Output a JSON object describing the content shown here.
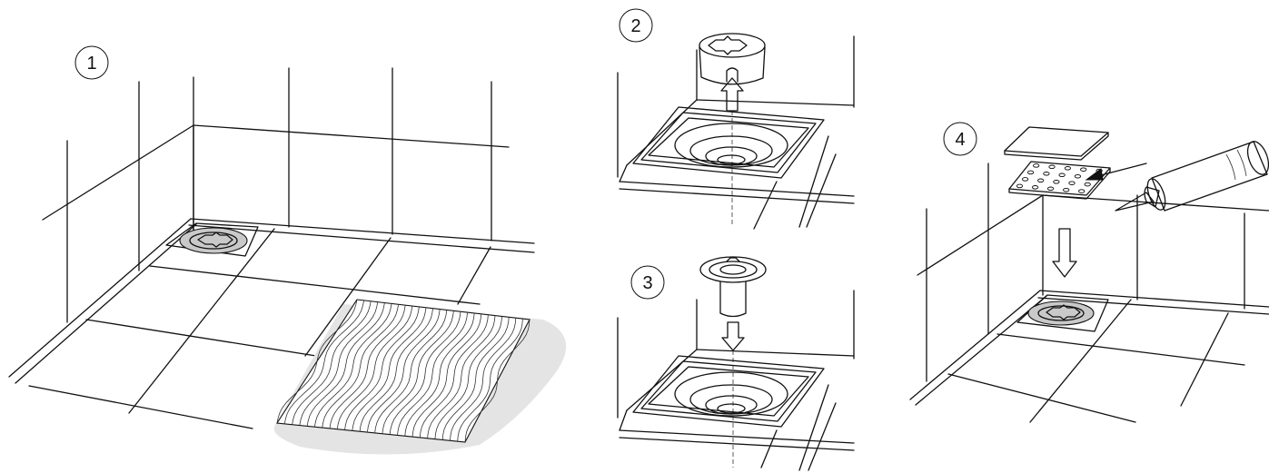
{
  "steps": [
    {
      "label": "1"
    },
    {
      "label": "2"
    },
    {
      "label": "3"
    },
    {
      "label": "4"
    }
  ],
  "colors": {
    "line": "#111111",
    "background": "#ffffff",
    "drain_fill": "#c9c9c9",
    "adhesive_shadow": "#e4e4e4"
  },
  "icons": [
    "tiled-floor-drain",
    "strainer-cap",
    "up-arrow",
    "trap-insert",
    "down-arrow",
    "tile-insert-grate",
    "sealant-cartridge",
    "perforated-grate"
  ]
}
